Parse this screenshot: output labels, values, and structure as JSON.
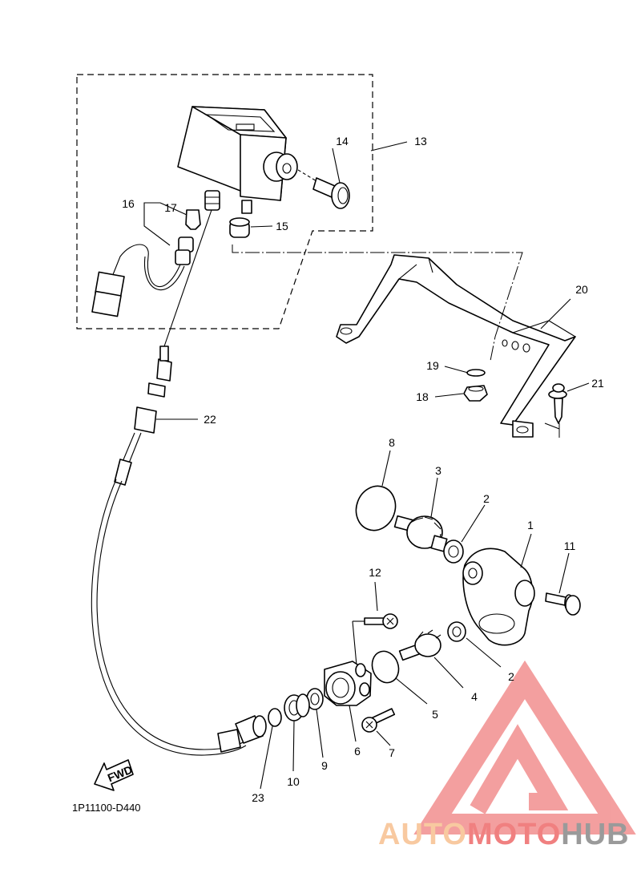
{
  "diagram": {
    "code": "1P11100-D440",
    "fwd_label": "FWD",
    "callouts": {
      "p1": "1",
      "p2a": "2",
      "p2b": "2",
      "p3": "3",
      "p4": "4",
      "p5": "5",
      "p6": "6",
      "p7": "7",
      "p8": "8",
      "p9": "9",
      "p10": "10",
      "p11": "11",
      "p12": "12",
      "p13": "13",
      "p14": "14",
      "p15": "15",
      "p16": "16",
      "p17": "17",
      "p18": "18",
      "p19": "19",
      "p20": "20",
      "p21": "21",
      "p22": "22",
      "p23": "23"
    }
  },
  "watermark": {
    "part1": "AUTO",
    "part2": "MOTO",
    "part3": "HUB",
    "colors": {
      "light": "#f8c9a0",
      "red": "#f08080",
      "gray": "#9a9a9a"
    }
  }
}
